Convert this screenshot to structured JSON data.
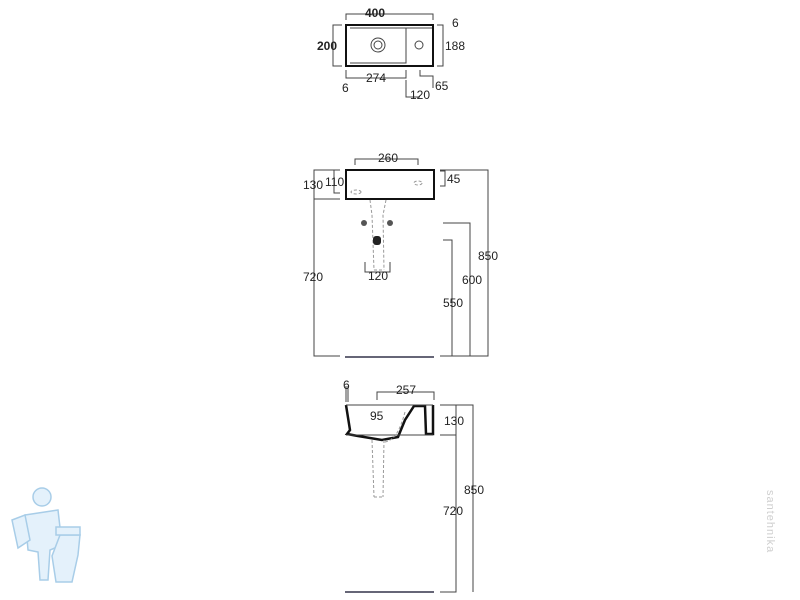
{
  "top_view": {
    "width": "400",
    "depth": "200",
    "inner_depth": "188",
    "edge": "6",
    "edge_left": "6",
    "bowl_width": "274",
    "tap_offset": "120",
    "tap_margin": "65"
  },
  "front_view": {
    "bowl_width": "260",
    "height": "130",
    "inner_height": "110",
    "tap_height": "45",
    "total_height": "850",
    "waste_height": "600",
    "fixing_height": "550",
    "floor_height": "720",
    "waste_spacing": "120"
  },
  "side_view": {
    "edge": "6",
    "depth": "257",
    "drain_offset": "95",
    "height": "130",
    "total_height": "850",
    "floor_height": "720"
  },
  "watermark": "santehnika"
}
